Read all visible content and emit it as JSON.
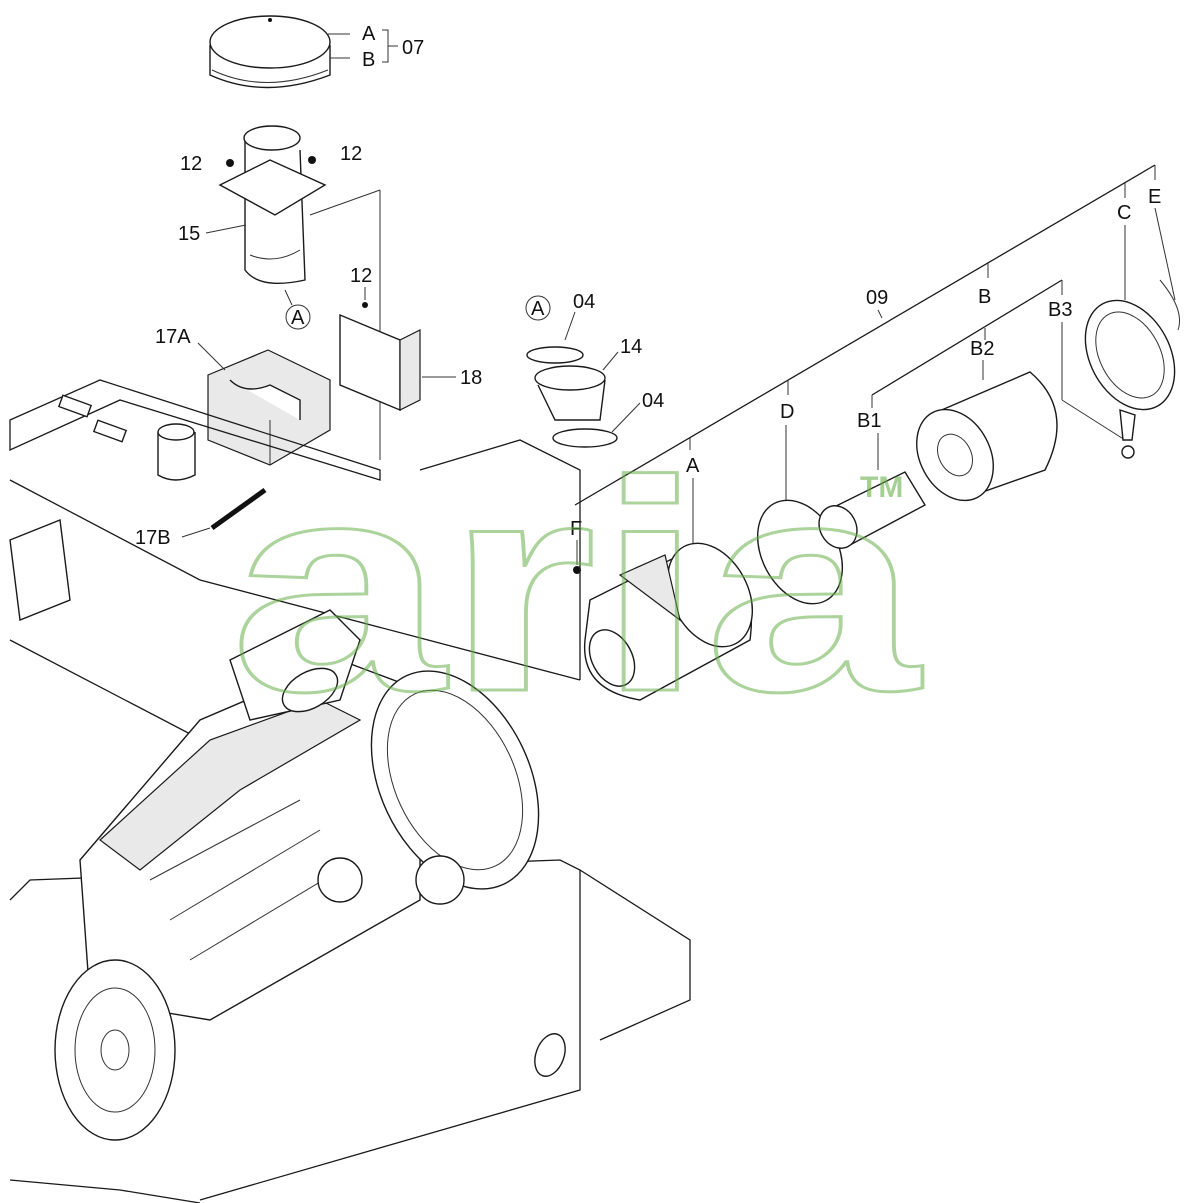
{
  "diagram": {
    "callouts": {
      "p07": "07",
      "p07a": "A",
      "p07b": "B",
      "p12_left": "12",
      "p12_right": "12",
      "p12_bracket": "12",
      "p15": "15",
      "ref_a_circle_1": "A",
      "p17a": "17A",
      "p17b": "17B",
      "p18": "18",
      "ref_a_circle_2": "A",
      "p04_top": "04",
      "p14": "14",
      "p04_bottom": "04",
      "p09": "09",
      "a": "A",
      "b": "B",
      "b1": "B1",
      "b2": "B2",
      "b3": "B3",
      "c": "C",
      "d": "D",
      "e": "E",
      "f": "F"
    },
    "watermark": {
      "text": "aria",
      "tm": "TM"
    }
  }
}
